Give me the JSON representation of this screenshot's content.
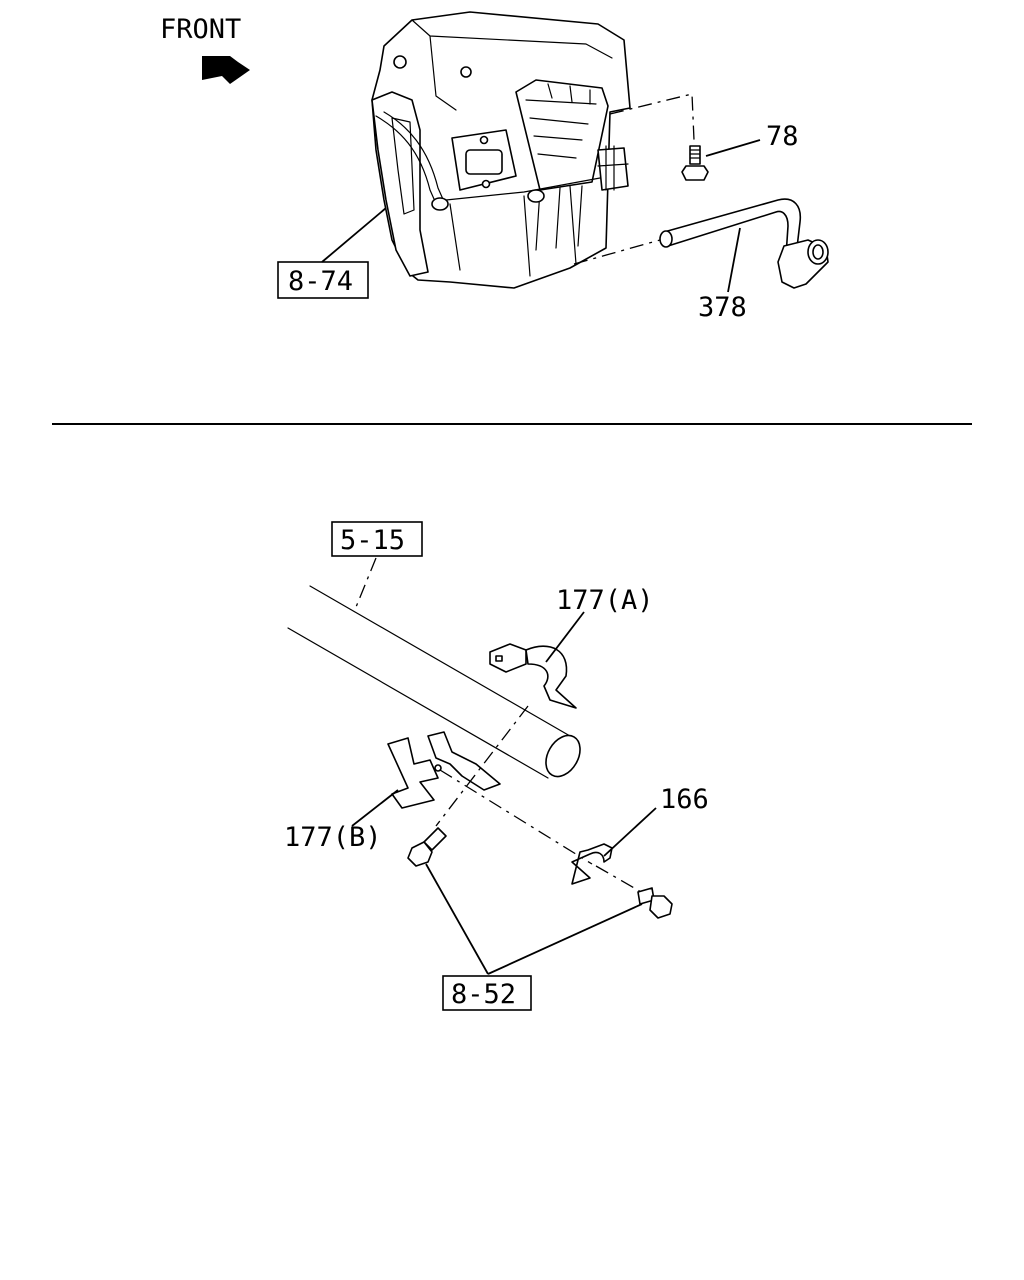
{
  "header": {
    "front_label": "FRONT"
  },
  "top_callouts": {
    "heater_unit_ref": "8-74",
    "bolt": "78",
    "drain_hose": "378"
  },
  "bottom_callouts": {
    "pipe_ref": "5-15",
    "clip_a": "177(A)",
    "clip_b": "177(B)",
    "clamp": "166",
    "bolt_ref": "8-52"
  }
}
